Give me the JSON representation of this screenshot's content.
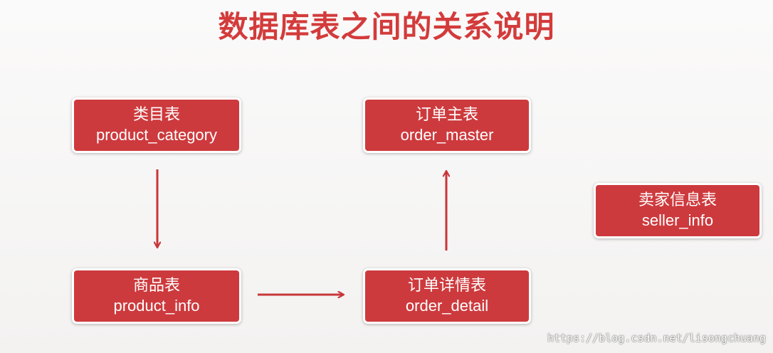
{
  "title": "数据库表之间的关系说明",
  "colors": {
    "accent": "#cd3a3d",
    "title": "#d33b3b",
    "arrow": "#c8363a"
  },
  "nodes": {
    "product_category": {
      "cn": "类目表",
      "en": "product_category"
    },
    "order_master": {
      "cn": "订单主表",
      "en": "order_master"
    },
    "product_info": {
      "cn": "商品表",
      "en": "product_info"
    },
    "order_detail": {
      "cn": "订单详情表",
      "en": "order_detail"
    },
    "seller_info": {
      "cn": "卖家信息表",
      "en": "seller_info"
    }
  },
  "edges": [
    {
      "from": "product_category",
      "to": "product_info"
    },
    {
      "from": "product_info",
      "to": "order_detail"
    },
    {
      "from": "order_detail",
      "to": "order_master"
    }
  ],
  "watermark": "https://blog.csdn.net/lisongchuang"
}
